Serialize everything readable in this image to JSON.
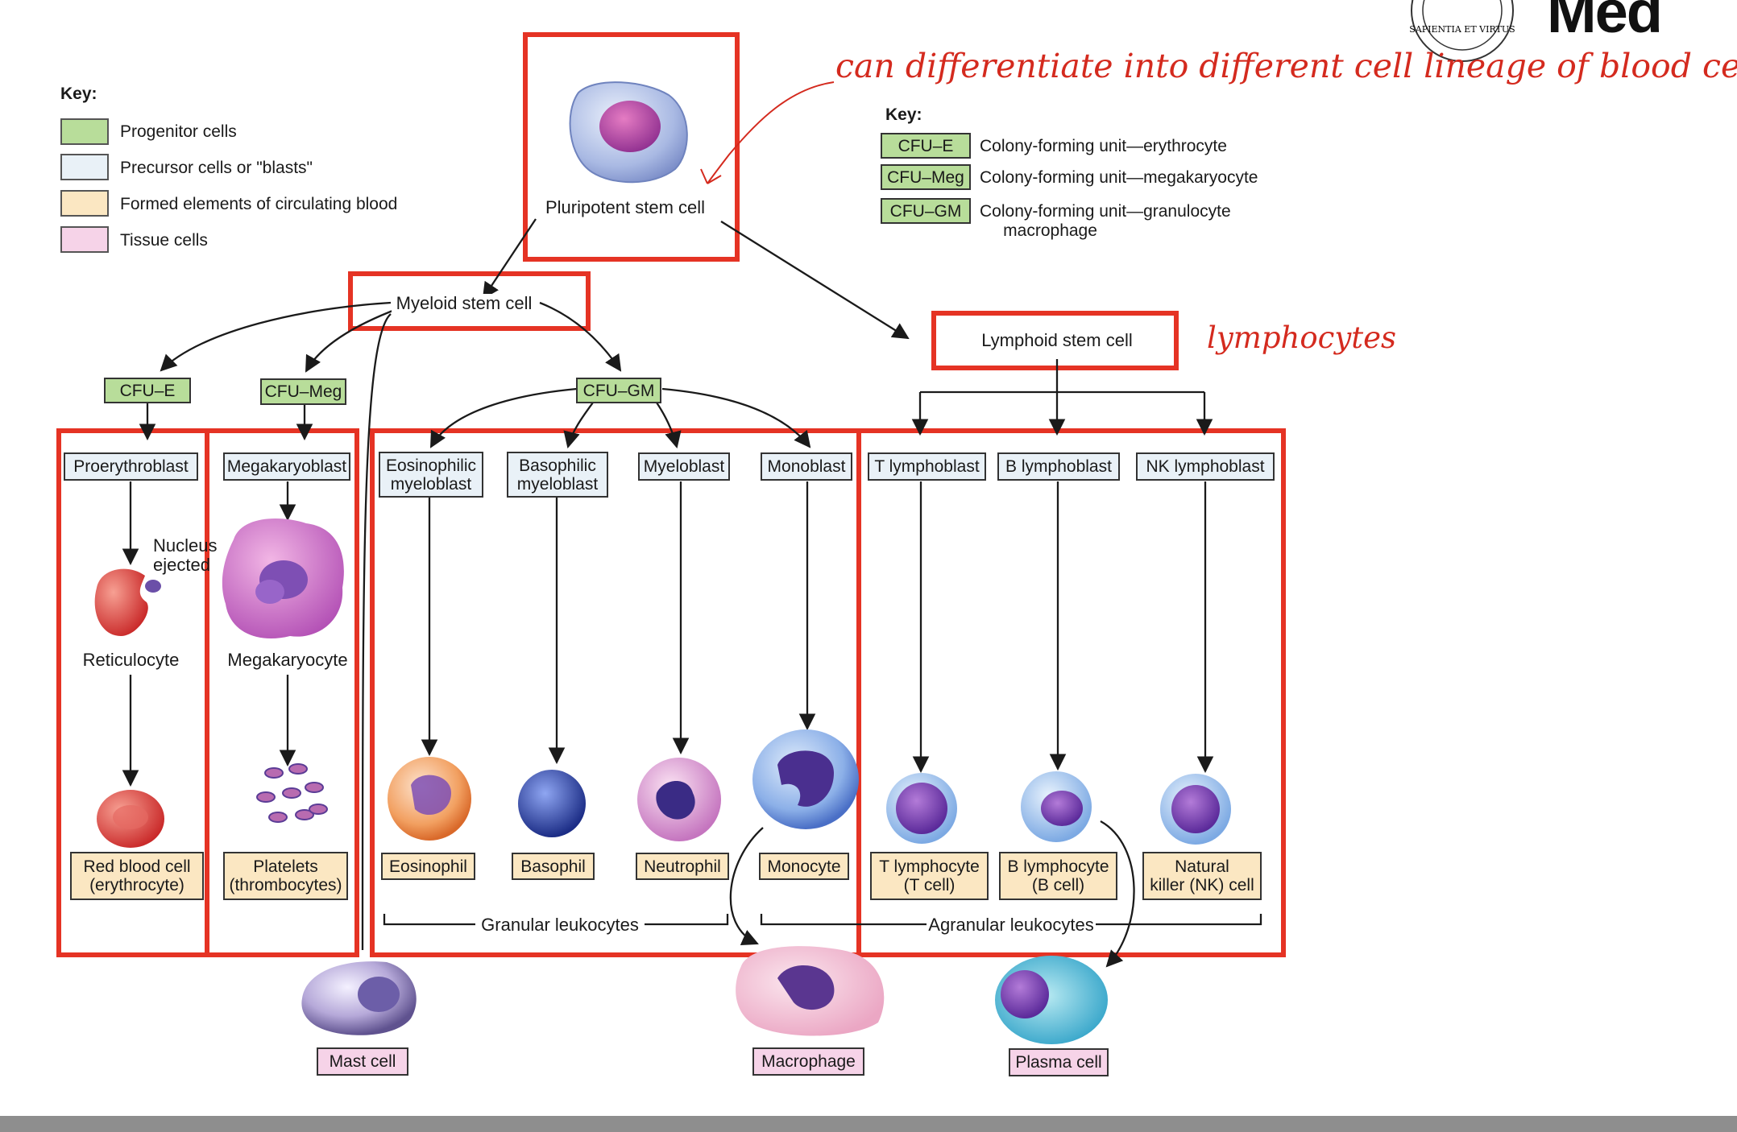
{
  "key_left": {
    "title": "Key:",
    "items": [
      {
        "label": "Progenitor cells",
        "color": "#b8dd9a"
      },
      {
        "label": "Precursor cells or \"blasts\"",
        "color": "#e9f1f7"
      },
      {
        "label": "Formed elements of circulating blood",
        "color": "#fbe7c2"
      },
      {
        "label": "Tissue cells",
        "color": "#f6d3e8"
      }
    ]
  },
  "key_right": {
    "title": "Key:",
    "items": [
      {
        "abbr": "CFU–E",
        "desc": "Colony-forming unit—erythrocyte"
      },
      {
        "abbr": "CFU–Meg",
        "desc": "Colony-forming unit—megakaryocyte"
      },
      {
        "abbr": "CFU–GM",
        "desc": "Colony-forming unit—granulocyte\n     macrophage"
      }
    ]
  },
  "stem": {
    "pluripotent": "Pluripotent stem cell",
    "myeloid": "Myeloid stem cell",
    "lymphoid": "Lymphoid stem cell"
  },
  "cfu": {
    "e": "CFU–E",
    "meg": "CFU–Meg",
    "gm": "CFU–GM"
  },
  "blasts": {
    "proerythroblast": "Proerythroblast",
    "megakaryoblast": "Megakaryoblast",
    "eosinophilic_myeloblast": "Eosinophilic\nmyeloblast",
    "basophilic_myeloblast": "Basophilic\nmyeloblast",
    "myeloblast": "Myeloblast",
    "monoblast": "Monoblast",
    "t_lymphoblast": "T lymphoblast",
    "b_lymphoblast": "B lymphoblast",
    "nk_lymphoblast": "NK lymphoblast"
  },
  "intermediate": {
    "nucleus_ejected": "Nucleus\nejected",
    "reticulocyte": "Reticulocyte",
    "megakaryocyte": "Megakaryocyte"
  },
  "formed": {
    "rbc": "Red blood cell\n(erythrocyte)",
    "platelets": "Platelets\n(thrombocytes)",
    "eosinophil": "Eosinophil",
    "basophil": "Basophil",
    "neutrophil": "Neutrophil",
    "monocyte": "Monocyte",
    "t_lymphocyte": "T lymphocyte\n(T cell)",
    "b_lymphocyte": "B lymphocyte\n(B cell)",
    "nk_cell": "Natural\nkiller (NK) cell"
  },
  "groups": {
    "granular": "Granular leukocytes",
    "agranular": "Agranular leukocytes"
  },
  "tissue": {
    "mast": "Mast cell",
    "macrophage": "Macrophage",
    "plasma": "Plasma cell"
  },
  "annotations": {
    "differentiate": "can differentiate into different cell lineage of blood cells",
    "lymphocytes": "lymphocytes"
  },
  "logo": {
    "text": "Med",
    "motto": "SAPIENTIA ET VIRTUS"
  },
  "colors": {
    "highlight_red": "#e53324",
    "progenitor": "#b8dd9a",
    "precursor": "#e9f1f7",
    "formed": "#fbe7c2",
    "tissue": "#f6d3e8"
  }
}
